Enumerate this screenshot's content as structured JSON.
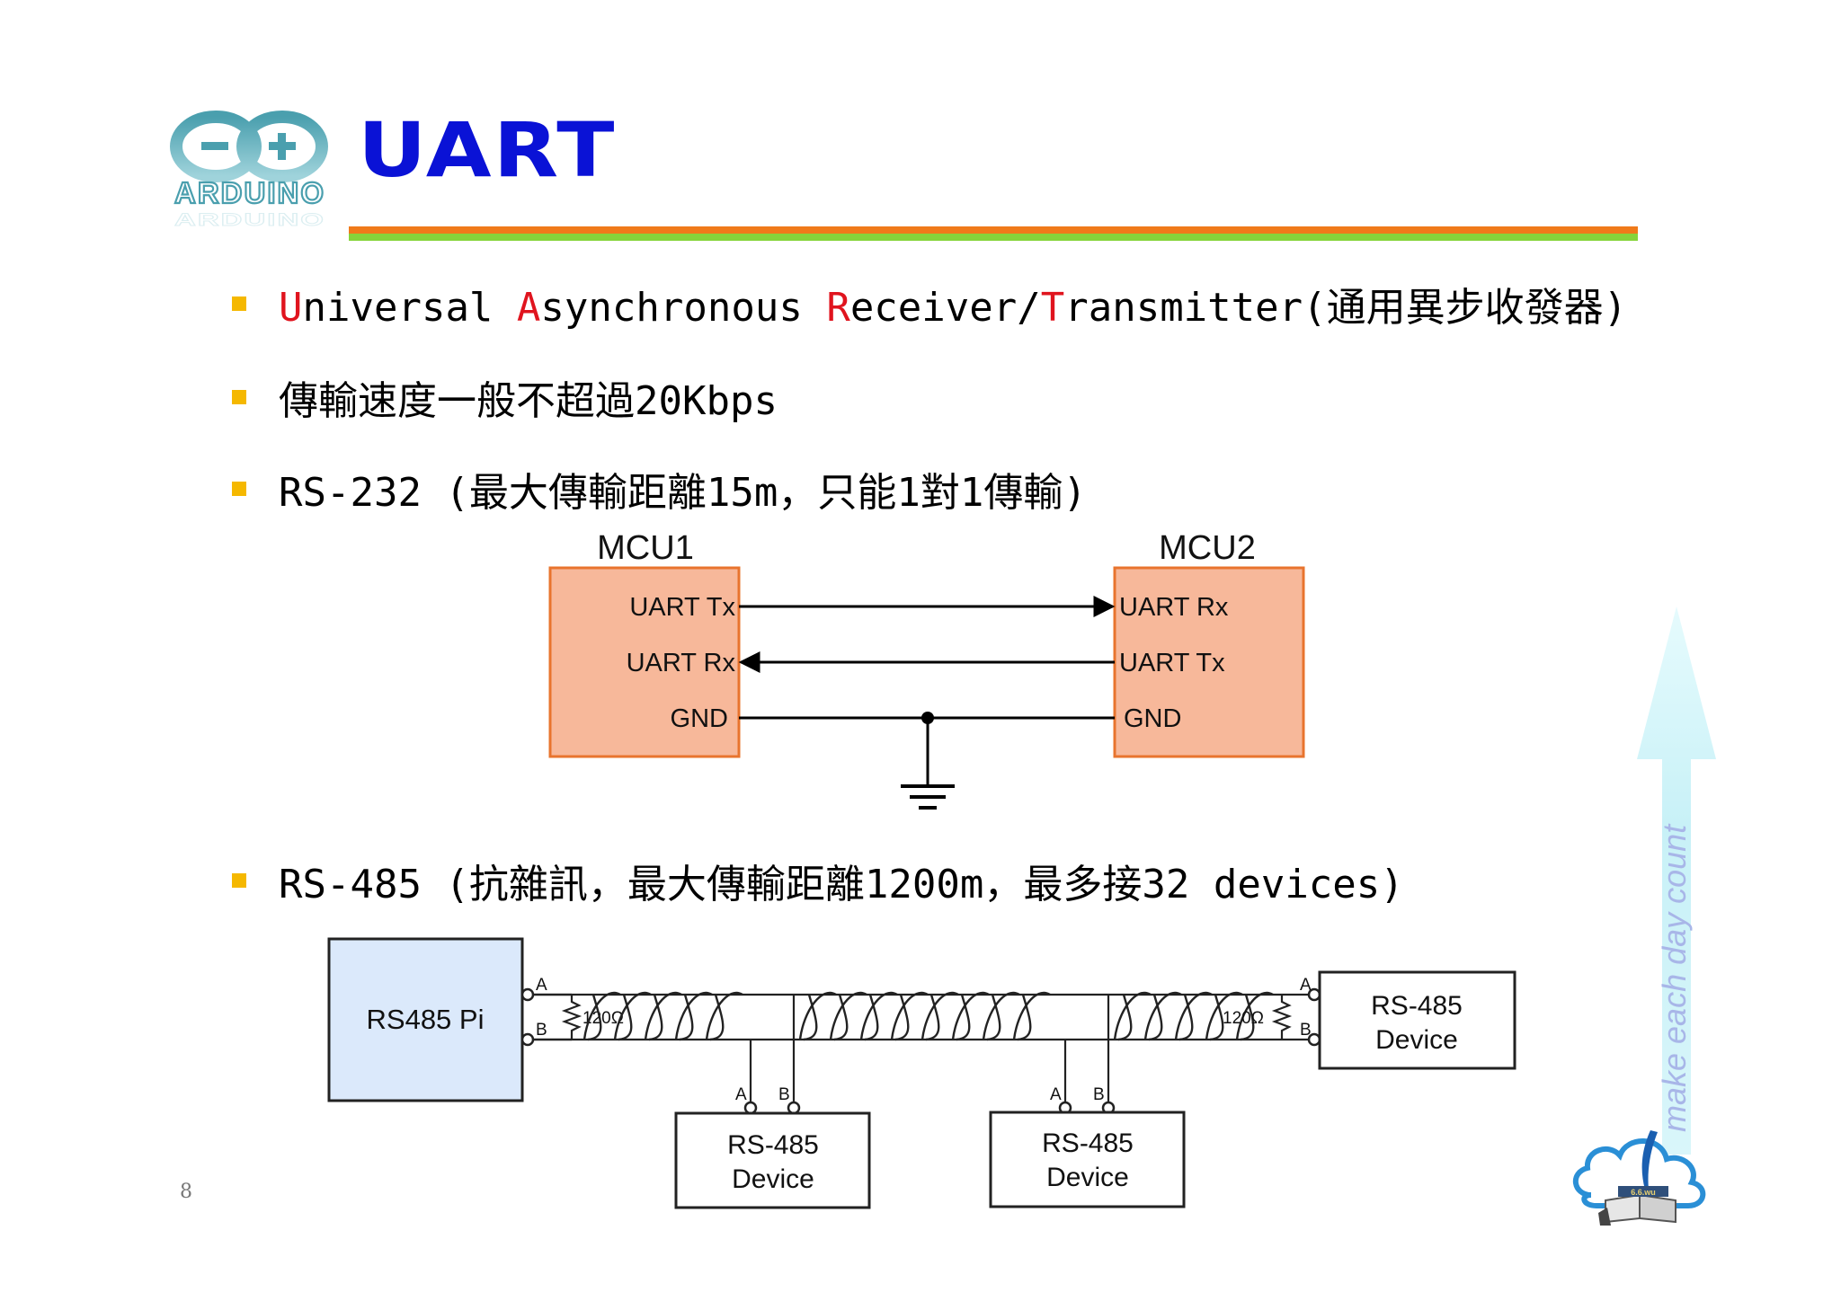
{
  "slide": {
    "title": "UART",
    "page_number": "8",
    "logo_text": "ARDUINO",
    "watermark_text": "make each day count",
    "corner_logo_text": "6.6.wu"
  },
  "bullets": [
    {
      "segments": [
        {
          "text": "U",
          "highlight": true
        },
        {
          "text": "niversal ",
          "highlight": false
        },
        {
          "text": "A",
          "highlight": true
        },
        {
          "text": "synchronous ",
          "highlight": false
        },
        {
          "text": "R",
          "highlight": true
        },
        {
          "text": "eceiver/",
          "highlight": false
        },
        {
          "text": "T",
          "highlight": true
        },
        {
          "text": "ransmitter(通用異步收發器)",
          "highlight": false
        }
      ]
    },
    {
      "segments": [
        {
          "text": "傳輸速度一般不超過20Kbps",
          "highlight": false
        }
      ]
    },
    {
      "segments": [
        {
          "text": "RS-232 (最大傳輸距離15m，只能1對1傳輸)",
          "highlight": false
        }
      ]
    },
    {
      "segments": [
        {
          "text": "RS-485 (抗雜訊，最大傳輸距離1200m，最多接32 devices)",
          "highlight": false
        }
      ]
    }
  ],
  "rs232_diagram": {
    "mcu1": {
      "title": "MCU1",
      "pins": [
        "UART Tx",
        "UART Rx",
        "GND"
      ]
    },
    "mcu2": {
      "title": "MCU2",
      "pins": [
        "UART Rx",
        "UART Tx",
        "GND"
      ]
    }
  },
  "rs485_diagram": {
    "master": "RS485 Pi",
    "device_line1": "RS-485",
    "device_line2": "Device",
    "pin_a": "A",
    "pin_b": "B",
    "resistor": "120Ω"
  },
  "colors": {
    "title": "#0a12d6",
    "highlight": "#e0141e",
    "bullet": "#f5b800",
    "rule_orange": "#f07a1a",
    "rule_green": "#86d43a",
    "mcu_fill": "#f7b89a",
    "mcu_stroke": "#e8742e",
    "pi_fill": "#dbe9fb"
  }
}
